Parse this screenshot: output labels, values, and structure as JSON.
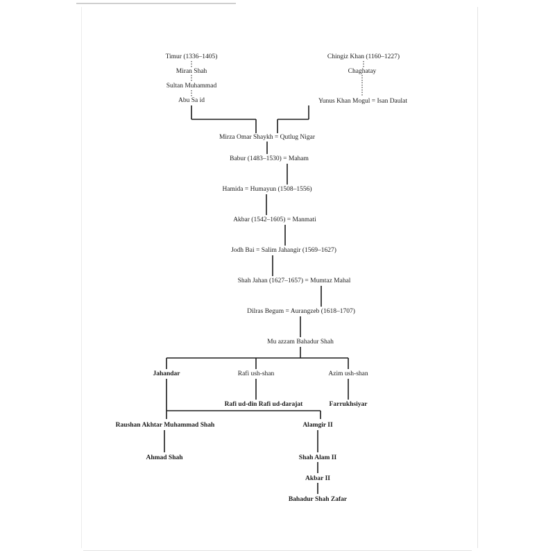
{
  "tree": {
    "timur": "Timur (1336–1405)",
    "miran_shah": "Miran Shah",
    "sultan_muhammad": "Sultan Muhammad",
    "abu_said": "Abu Sa id",
    "chingiz": "Chingiz Khan (1160–1227)",
    "chaghatay": "Chaghatay",
    "yunus": "Yunus Khan Mogul = Isan Daulat",
    "omar": "Mirza Omar Shaykh = Qutlug Nigar",
    "babur": "Babur (1483–1530) = Maham",
    "humayun": "Hamida = Humayun (1508–1556)",
    "akbar": "Akbar (1542–1605) = Manmati",
    "jahangir": "Jodh Bai = Salim Jahangir (1569–1627)",
    "shahjahan": "Shah Jahan (1627–1657) = Mumtaz Mahal",
    "aurangzeb": "Dilras Begum = Aurangzeb (1618–1707)",
    "bahadur": "Mu azzam Bahadur Shah",
    "jahandar": "Jahandar",
    "rafi": "Rafi ush-shan",
    "azim": "Azim ush-shan",
    "rafi_sons": "Rafi ud-din Rafi ud-darajat",
    "farrukhsiyar": "Farrukhsiyar",
    "raushan": "Raushan Akhtar Muhammad Shah",
    "alamgir": "Alamgir II",
    "ahmad": "Ahmad Shah",
    "shahalam": "Shah Alam II",
    "akbar2": "Akbar II",
    "zafar": "Bahadur Shah Zafar"
  }
}
